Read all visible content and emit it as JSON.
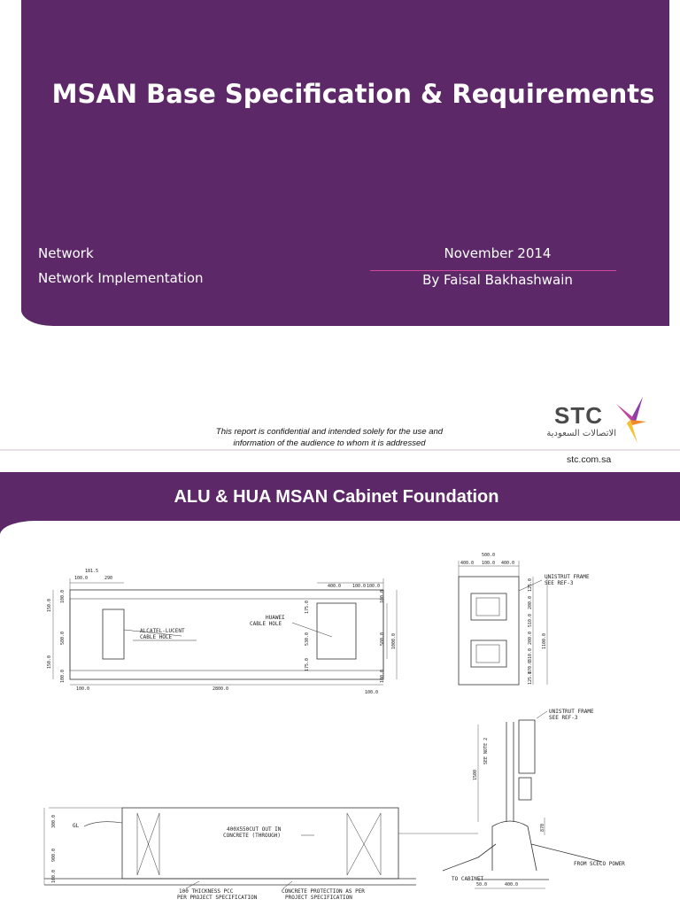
{
  "slide1": {
    "title": "MSAN Base Specification & Requirements",
    "department": "Network",
    "sub_department": "Network Implementation",
    "date": "November 2014",
    "author": "By Faisal Bakhashwain",
    "confidential": "This report is confidential and intended solely for the use and information of the audience to whom it is addressed",
    "logo_text": "STC",
    "logo_arabic": "الاتصالات السعودية",
    "website": "stc.com.sa",
    "colors": {
      "band": "#5c2868",
      "accent_rule": "#d2459a"
    }
  },
  "slide2": {
    "title": "ALU & HUA MSAN Cabinet Foundation",
    "plan": {
      "alcatel_label_1": "ALCATEL-LUCENT",
      "alcatel_label_2": "CABLE HOLE",
      "huawei_label_1": "HUAWEI",
      "huawei_label_2": "CABLE HOLE",
      "dim_top_1": "181.5",
      "dim_top_2": "100.0",
      "dim_top_3": "290",
      "dim_top_4": "400.0",
      "dim_top_5": "100.0",
      "dim_top_6": "100.0",
      "dim_bottom_1": "100.0",
      "dim_bottom_2": "2800.0",
      "dim_bottom_3": "100.0",
      "dim_left_1": "150.0",
      "dim_left_2": "100.0",
      "dim_left_3": "580.0",
      "dim_left_4": "150.0",
      "dim_left_5": "100.0",
      "dim_right_1": "175.0",
      "dim_right_2": "530.0",
      "dim_right_3": "175.0",
      "dim_right_4": "100.0",
      "dim_right_5": "580.0",
      "dim_right_6": "100.0",
      "dim_right_7": "1000.0"
    },
    "detail": {
      "frame_label_1": "UNISTRUT FRAME",
      "frame_label_2": "SEE REF-3",
      "dim_top_1": "400.0",
      "dim_top_2": "500.0",
      "dim_top_3": "100.0",
      "dim_top_4": "400.0",
      "dim_side_1": "125.0",
      "dim_side_2": "200.0",
      "dim_side_3": "510.0",
      "dim_side_4": "200.0",
      "dim_side_5": "310.0",
      "dim_side_6": "170.0",
      "dim_side_7": "125.0",
      "dim_side_8": "1100.0"
    },
    "elevation": {
      "frame_label_1": "UNISTRUT FRAME",
      "frame_label_2": "SEE REF-3",
      "height_label": "1500",
      "note_label": "SEE NOTE 2",
      "dim_right": "870",
      "power_label": "FROM SCECO POWER",
      "cabinet_label": "TO CABINET",
      "dim_bottom_1": "50.0",
      "dim_bottom_2": "400.0"
    },
    "section": {
      "gl_label": "GL",
      "cutout_label_1": "400X550CUT OUT IN",
      "cutout_label_2": "CONCRETE (THROUGH)",
      "pcc_label_1": "100 THICKNESS PCC",
      "pcc_label_2": "PER PROJECT SPECIFICATION",
      "protection_label_1": "CONCRETE PROTECTION AS PER",
      "protection_label_2": "PROJECT SPECIFICATION",
      "dim_left_1": "300.0",
      "dim_left_2": "900.0",
      "dim_left_3": "100.0"
    }
  }
}
